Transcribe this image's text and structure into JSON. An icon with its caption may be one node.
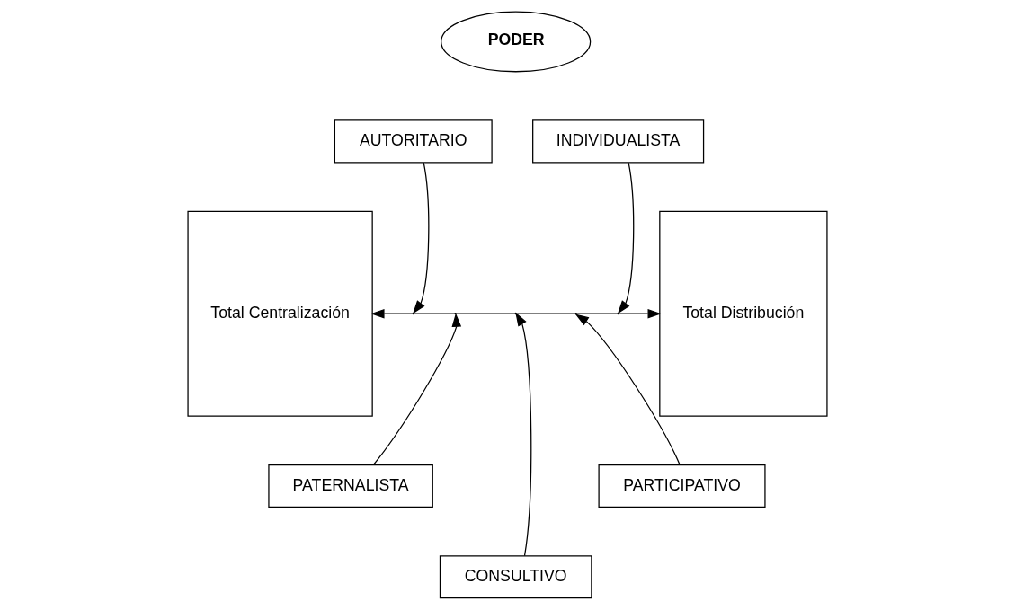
{
  "diagram": {
    "nodes": [
      {
        "text": [
          "PODER"
        ]
      },
      {
        "text": [
          "Total Centralización"
        ]
      },
      {
        "text": [
          "AUTORITARIO"
        ]
      },
      {
        "text": [
          "INDIVIDUALISTA"
        ]
      },
      {
        "text": [
          "Total Distribución"
        ]
      },
      {
        "text": [
          "PATERNALISTA"
        ]
      },
      {
        "text": [
          "PARTICIPATIVO"
        ]
      },
      {
        "text": [
          "CONSULTIVO"
        ]
      }
    ],
    "edges": [
      {
        "from": 1,
        "to": 4,
        "arrow": "both"
      },
      {
        "from": 2,
        "to": null,
        "arrow": "to"
      },
      {
        "from": 3,
        "to": null,
        "arrow": "to"
      },
      {
        "from": 5,
        "to": null,
        "arrow": "to"
      },
      {
        "from": 6,
        "to": null,
        "arrow": "to"
      },
      {
        "from": 7,
        "to": null,
        "arrow": "to"
      }
    ]
  }
}
